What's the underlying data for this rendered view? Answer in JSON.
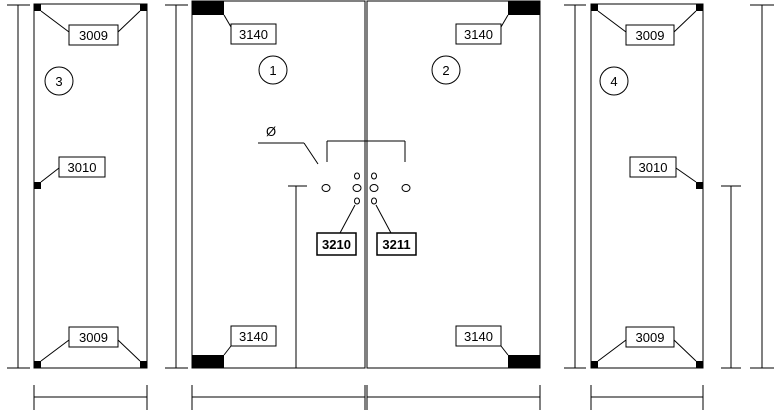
{
  "panels": {
    "panel_3": {
      "number": "3"
    },
    "panel_1": {
      "number": "1"
    },
    "panel_2": {
      "number": "2"
    },
    "panel_4": {
      "number": "4"
    }
  },
  "labels": {
    "p3_top": "3009",
    "p3_mid": "3010",
    "p3_bottom": "3009",
    "p1_top": "3140",
    "p1_bottom": "3140",
    "p2_top": "3140",
    "p2_bottom": "3140",
    "p4_top": "3009",
    "p4_mid": "3010",
    "p4_bottom": "3009",
    "hole_left": "3210",
    "hole_right": "3211"
  },
  "diameter_symbol": "Ø"
}
